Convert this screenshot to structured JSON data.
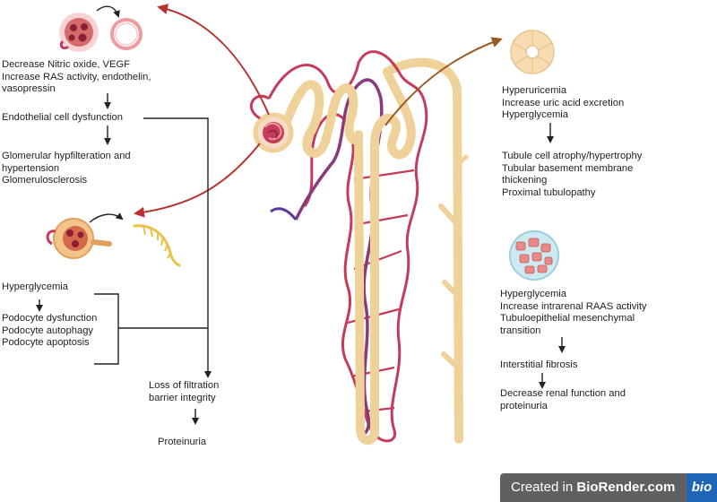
{
  "glomerulus_block": {
    "lines": [
      "Decrease Nitric oxide, VEGF",
      "Increase RAS activity, endothelin,",
      "vasopressin"
    ],
    "endothelial": "Endothelial cell dysfunction",
    "hyperfiltration": [
      "Glomerular hypfilteration and",
      "hypertension",
      "Glomerulosclerosis"
    ]
  },
  "podocyte_block": {
    "hyperglycemia": "Hyperglycemia",
    "lines": [
      "Podocyte dysfunction",
      "Podocyte autophagy",
      "Podocyte apoptosis"
    ]
  },
  "filtration": {
    "loss": [
      "Loss of filtration",
      "barrier integrity"
    ],
    "proteinuria": "Proteinuria"
  },
  "tubule_block": {
    "lines": [
      "Hyperuricemia",
      "Increase uric acid excretion",
      "Hyperglycemia"
    ],
    "outcome": [
      "Tubule cell atrophy/hypertrophy",
      "Tubular basement membrane",
      "thickening",
      "Proximal tubulopathy"
    ]
  },
  "interstitial_block": {
    "lines": [
      "Hyperglycemia",
      "Increase intrarenal RAAS activity",
      "Tubuloepithelial mesenchymal",
      "transition"
    ],
    "fibrosis": "Interstitial fibrosis",
    "outcome": [
      "Decrease renal function and",
      "proteinuria"
    ]
  },
  "badge": {
    "prefix": "Created in ",
    "brand": "BioRender.com",
    "logo": "bio"
  },
  "colors": {
    "arteriole": "#c43b5b",
    "tubule": "#efd29a",
    "vein": "#8a3a7a",
    "arrow_red": "#b83232",
    "arrow_brown": "#9a5a26"
  },
  "icons": [
    "endothelial-cells-icon",
    "vessel-ring-icon",
    "podocyte-glomerulus-icon",
    "foot-process-icon",
    "tubule-cross-section-icon",
    "interstitium-icon"
  ]
}
